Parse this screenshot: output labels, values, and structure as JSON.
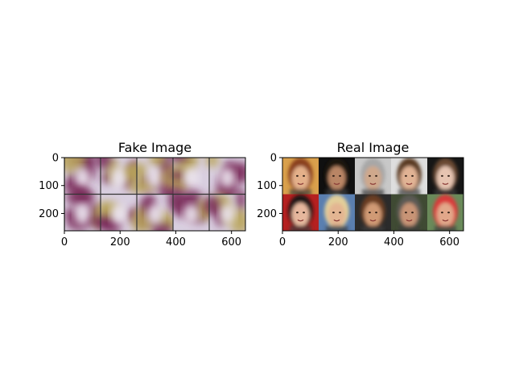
{
  "chart_data": [
    {
      "type": "image",
      "title": "Fake Image",
      "xlim": [
        0,
        650
      ],
      "ylim": [
        262,
        0
      ],
      "xticks": [
        0,
        200,
        400,
        600
      ],
      "yticks": [
        0,
        100,
        200
      ],
      "grid": {
        "rows": 2,
        "cols": 5
      },
      "tile_content": "generated noisy blobs",
      "colors": {
        "background": "#d9cfe0",
        "blob": "#7a2a5a",
        "blob_alt": "#b8a45a",
        "separator": "#333333"
      }
    },
    {
      "type": "image",
      "title": "Real Image",
      "xlim": [
        0,
        650
      ],
      "ylim": [
        262,
        0
      ],
      "xticks": [
        0,
        200,
        400,
        600
      ],
      "yticks": [
        0,
        100,
        200
      ],
      "grid": {
        "rows": 2,
        "cols": 5
      },
      "tile_content": "face photographs",
      "colors": {
        "separator": "#222222"
      }
    }
  ]
}
